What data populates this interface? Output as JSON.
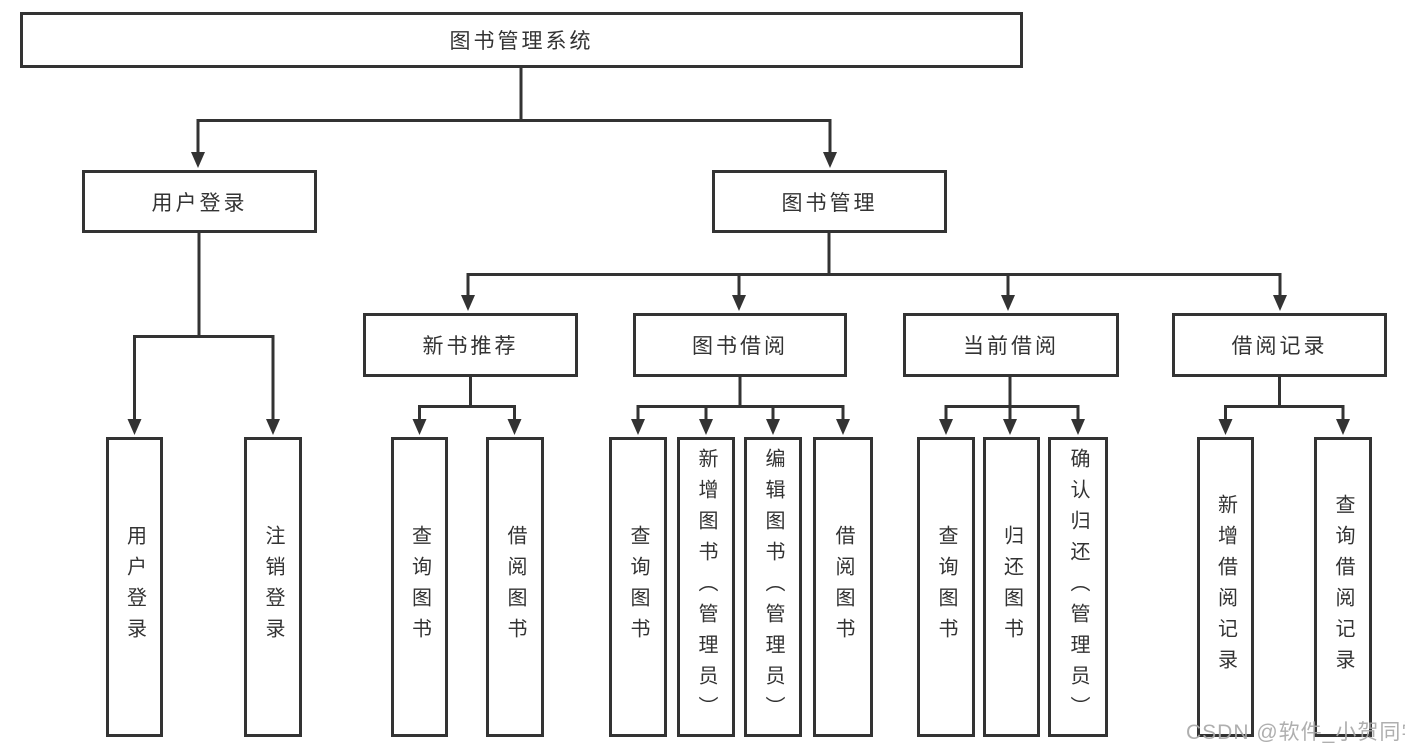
{
  "diagram": {
    "title": "图书管理系统",
    "branches": {
      "user_login": {
        "label": "用户登录",
        "children": [
          "用户登录",
          "注销登录"
        ]
      },
      "book_management": {
        "label": "图书管理",
        "groups": [
          {
            "label": "新书推荐",
            "children": [
              "查询图书",
              "借阅图书"
            ]
          },
          {
            "label": "图书借阅",
            "children": [
              "查询图书",
              "新增图书（管理员）",
              "编辑图书（管理员）",
              "借阅图书"
            ]
          },
          {
            "label": "当前借阅",
            "children": [
              "查询图书",
              "归还图书",
              "确认归还（管理员）"
            ]
          },
          {
            "label": "借阅记录",
            "children": [
              "新增借阅记录",
              "查询借阅记录"
            ]
          }
        ]
      }
    }
  },
  "watermark": "CSDN @软件_小贺同学",
  "colors": {
    "line": "#333333",
    "text": "#333333",
    "box_background": "#ffffff",
    "background": "#ffffff",
    "watermark": "#a8a8a8"
  }
}
